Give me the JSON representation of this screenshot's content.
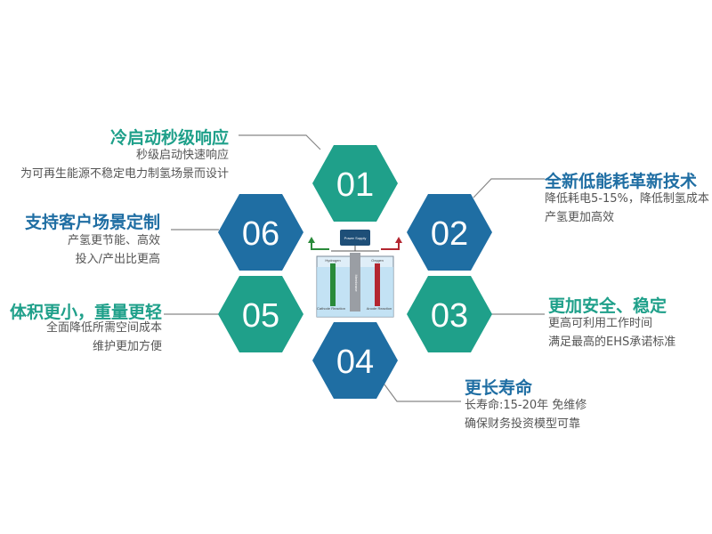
{
  "colors": {
    "teal": "#1fa08a",
    "blue": "#1f6ea3",
    "line": "#888888",
    "hydrogen": "#2a8a3a",
    "oxygen": "#b32630"
  },
  "center": {
    "power_label": "Power Supply",
    "membrane_label": "Membrane",
    "hydrogen_label": "Hydrogen",
    "oxygen_label": "Oxygen",
    "cathode_label": "Cathode Reaction",
    "anode_label": "Anode Reaction"
  },
  "features": [
    {
      "num": "01",
      "title": "冷启动秒级响应",
      "lines": [
        "秒级启动快速响应",
        "为可再生能源不稳定电力制氢场景而设计"
      ]
    },
    {
      "num": "02",
      "title": "全新低能耗革新技术",
      "lines": [
        "降低耗电5-15%，降低制氢成本",
        "产氢更加高效"
      ]
    },
    {
      "num": "03",
      "title": "更加安全、稳定",
      "lines": [
        "更高可利用工作时间",
        "满足最高的EHS承诺标准"
      ]
    },
    {
      "num": "04",
      "title": "更长寿命",
      "lines": [
        "长寿命:15-20年 免维修",
        "确保财务投资模型可靠"
      ]
    },
    {
      "num": "05",
      "title": "体积更小，重量更轻",
      "lines": [
        "全面降低所需空间成本",
        "维护更加方便"
      ]
    },
    {
      "num": "06",
      "title": "支持客户场景定制",
      "lines": [
        "产氢更节能、高效",
        "投入/产出比更高"
      ]
    }
  ]
}
